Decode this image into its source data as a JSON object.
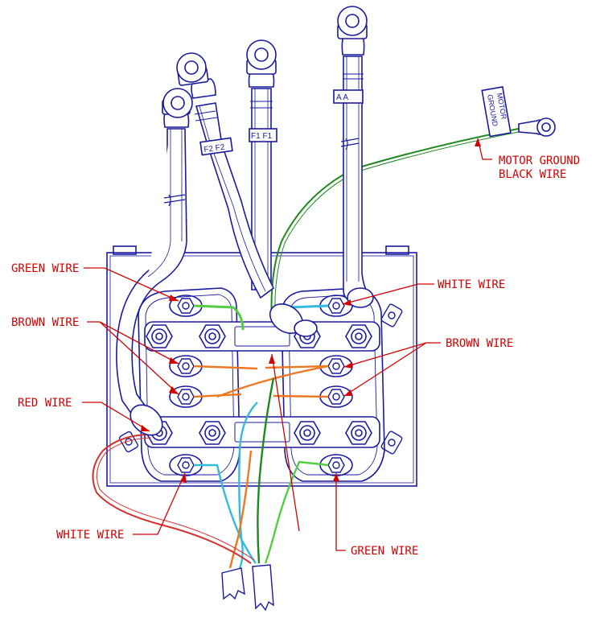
{
  "colors": {
    "outline": "#1a1aa0",
    "label": "#d40000",
    "green_wire": "#1d8a1d",
    "light_green_wire": "#55cc44",
    "white_wire": "#33bbdd",
    "brown_wire": "#ee7722",
    "red_wire": "#d43030"
  },
  "cable_tags": {
    "f2": "F2 F2",
    "f1": "F1 F1",
    "a": "A  A",
    "motor_ground_line1": "MOTOR",
    "motor_ground_line2": "GROUND"
  },
  "labels": {
    "motor_ground_black_line1": "MOTOR GROUND",
    "motor_ground_black_line2": "BLACK WIRE",
    "green_wire_left": "GREEN WIRE",
    "brown_wire_left": "BROWN WIRE",
    "red_wire_left": "RED WIRE",
    "white_wire_bottom": "WHITE WIRE",
    "white_wire_right": "WHITE WIRE",
    "brown_wire_right": "BROWN WIRE",
    "green_wire_bottom": "GREEN WIRE"
  }
}
